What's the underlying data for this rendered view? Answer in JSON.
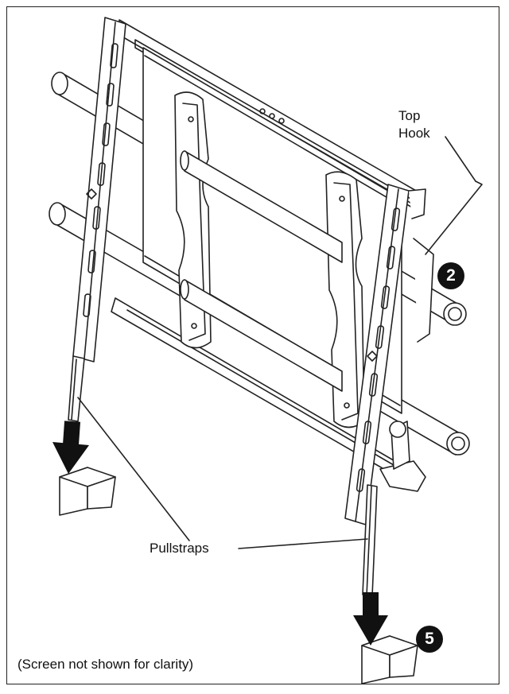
{
  "labels": {
    "top_hook_line1": "Top",
    "top_hook_line2": "Hook",
    "pullstraps": "Pullstraps",
    "caption": "(Screen not shown for clarity)"
  },
  "callouts": {
    "step_2": "2",
    "step_5": "5"
  },
  "colors": {
    "line": "#222222",
    "background": "#ffffff",
    "badge": "#111111"
  }
}
